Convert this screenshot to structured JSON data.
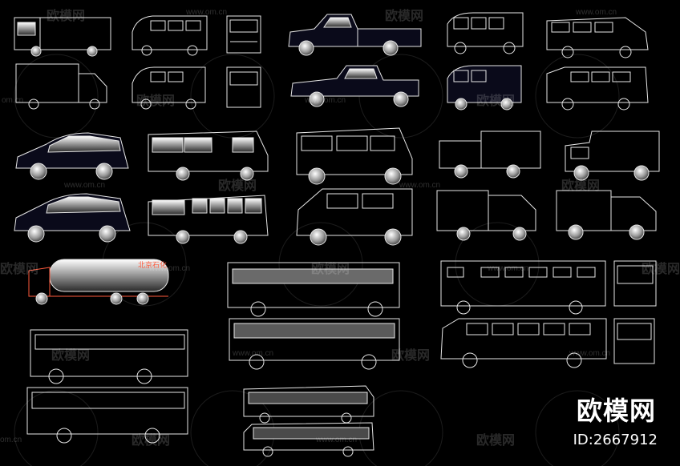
{
  "watermark": {
    "brand_text": "欧模网",
    "id_text": "ID:2667912",
    "site": "www.om.cn",
    "site_short": "om.cn",
    "tile_text": "欧模网"
  },
  "tanker": {
    "label": "北京石化"
  },
  "colors": {
    "background": "#000000",
    "line": "#e6e6e6",
    "tanker_accent": "#ff5a3c"
  }
}
